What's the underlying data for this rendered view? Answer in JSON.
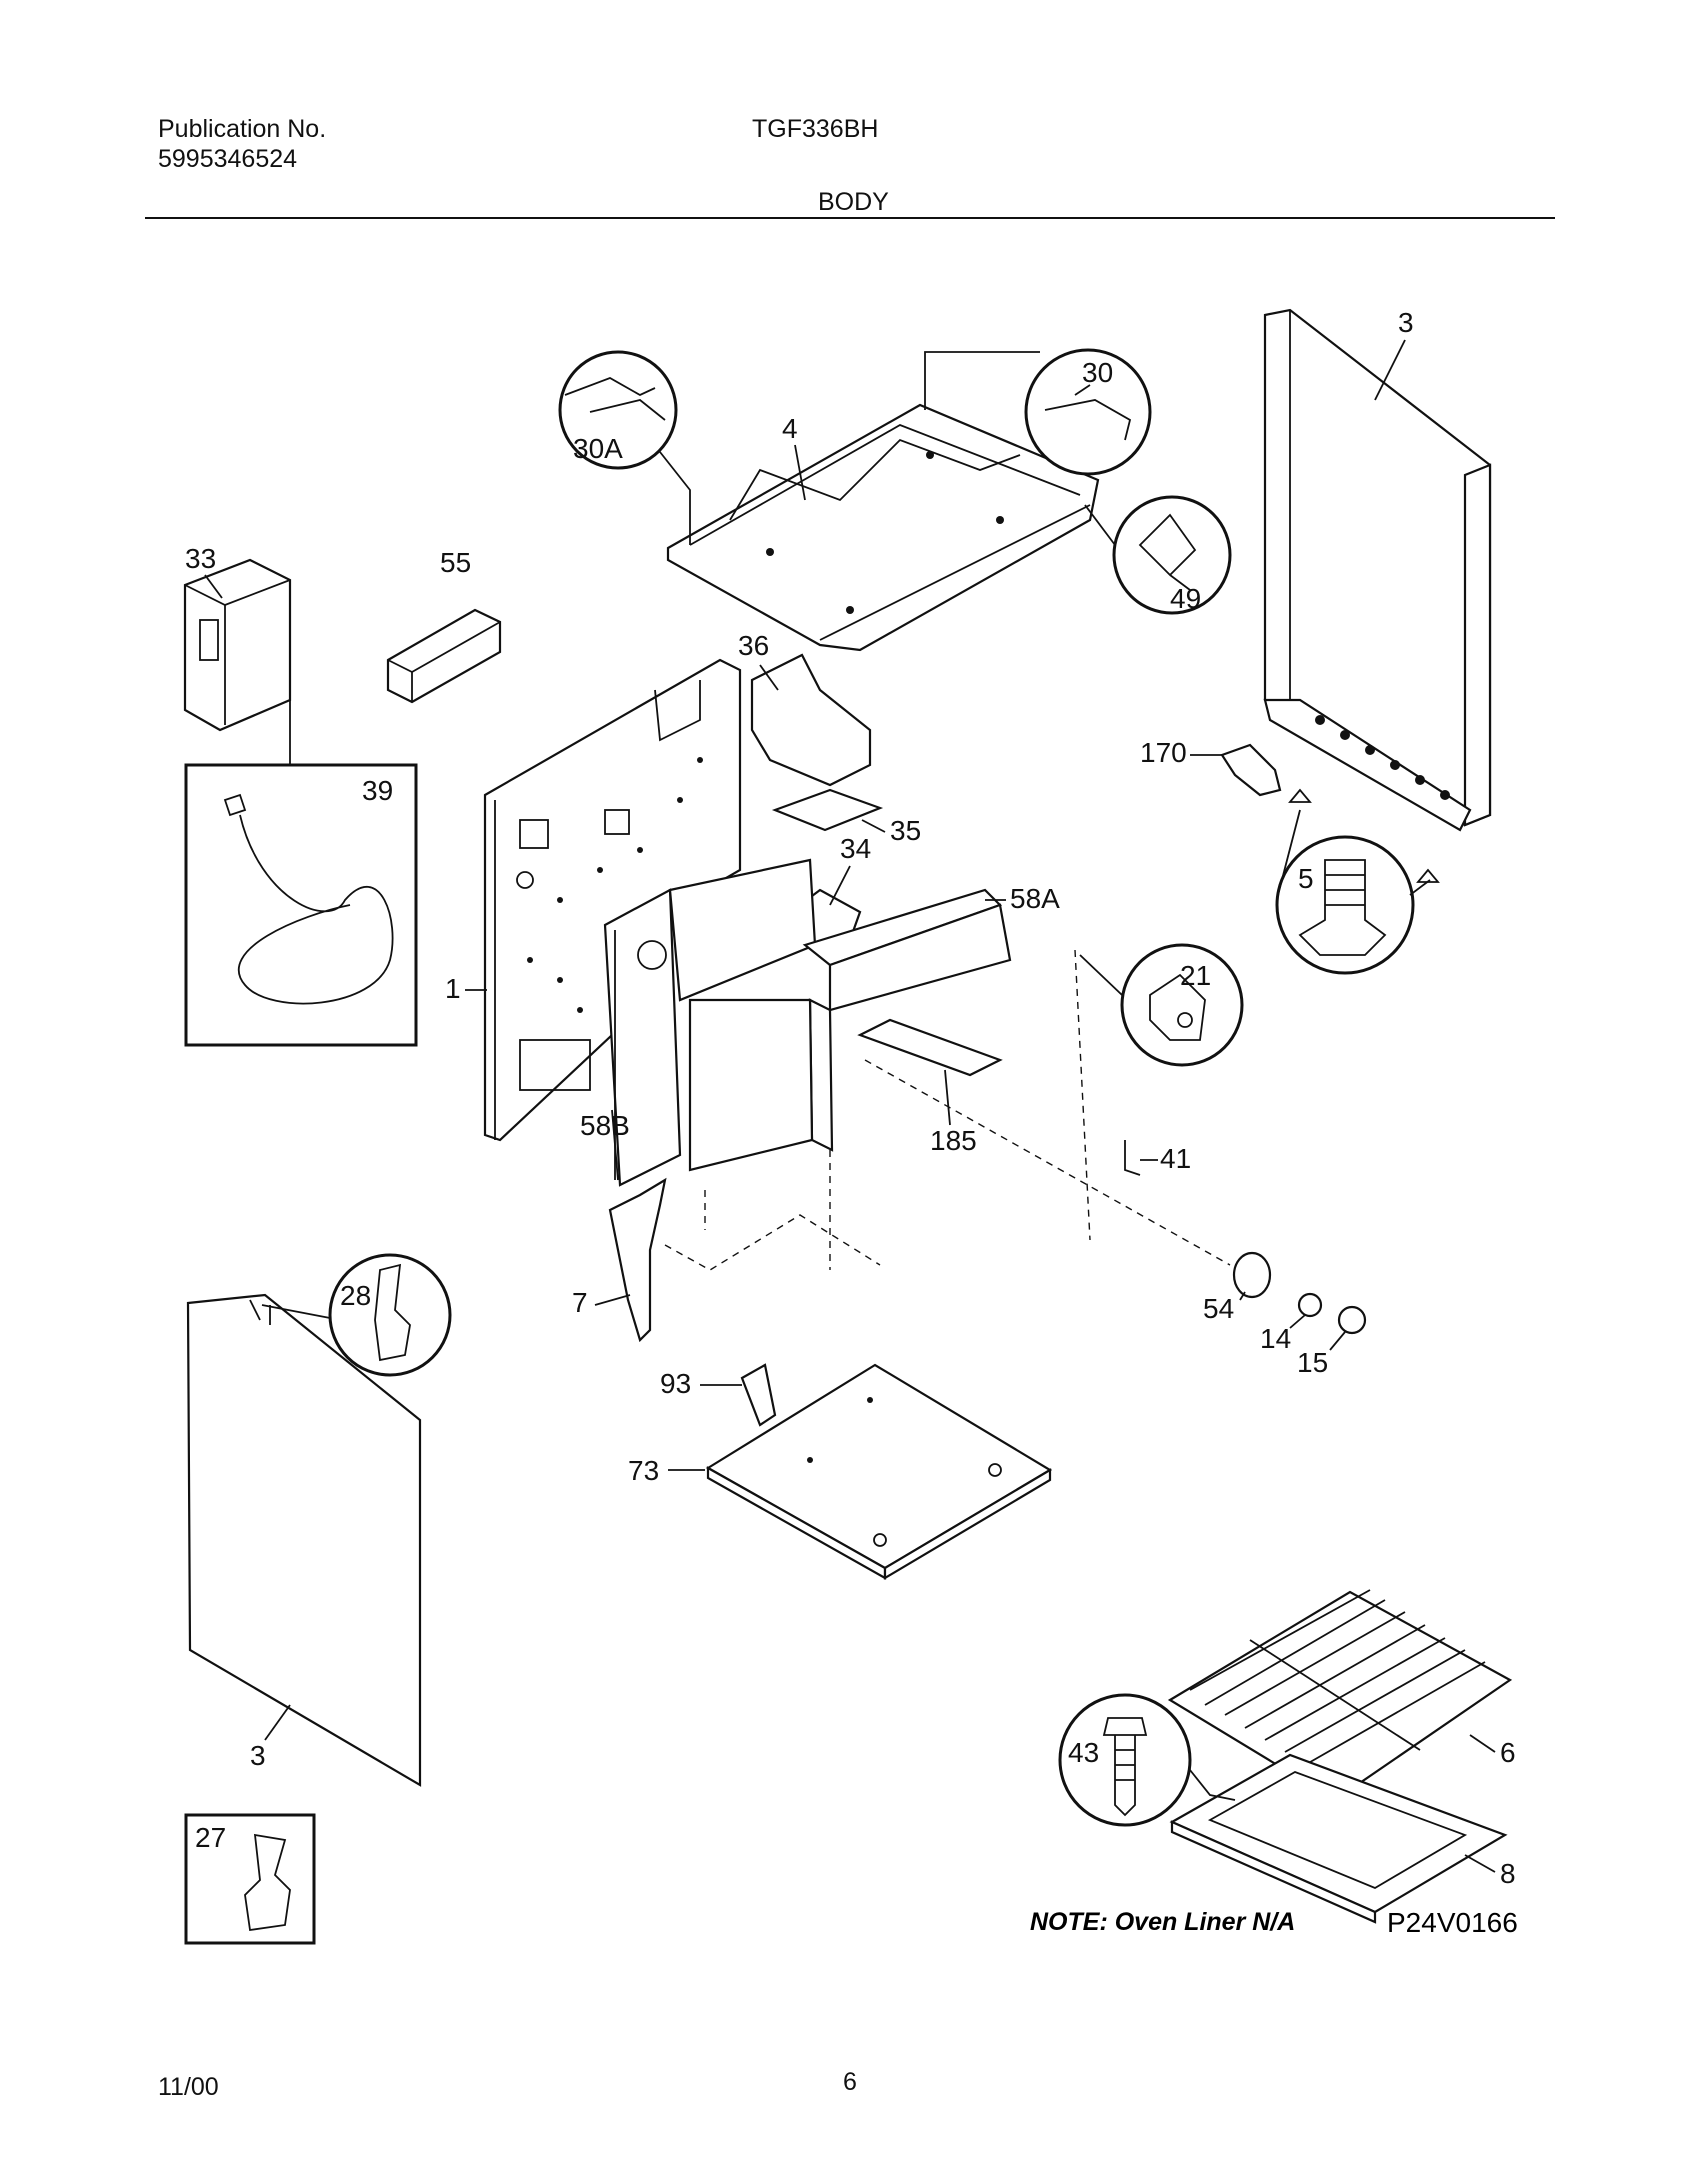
{
  "header": {
    "publication_label": "Publication No.",
    "publication_number": "5995346524",
    "model": "TGF336BH",
    "section": "BODY"
  },
  "diagram": {
    "labels": {
      "p1": "1",
      "p3_top": "3",
      "p3_bottom": "3",
      "p4": "4",
      "p5": "5",
      "p6": "6",
      "p7": "7",
      "p8": "8",
      "p14": "14",
      "p15": "15",
      "p21": "21",
      "p27": "27",
      "p28": "28",
      "p30": "30",
      "p30a": "30A",
      "p33": "33",
      "p34": "34",
      "p35": "35",
      "p36": "36",
      "p39": "39",
      "p41": "41",
      "p43": "43",
      "p49": "49",
      "p54": "54",
      "p55": "55",
      "p58a": "58A",
      "p58b": "58B",
      "p73": "73",
      "p93": "93",
      "p170": "170",
      "p185": "185"
    },
    "note": "NOTE: Oven Liner N/A",
    "drawing_code": "P24V0166"
  },
  "footer": {
    "date": "11/00",
    "page": "6"
  }
}
